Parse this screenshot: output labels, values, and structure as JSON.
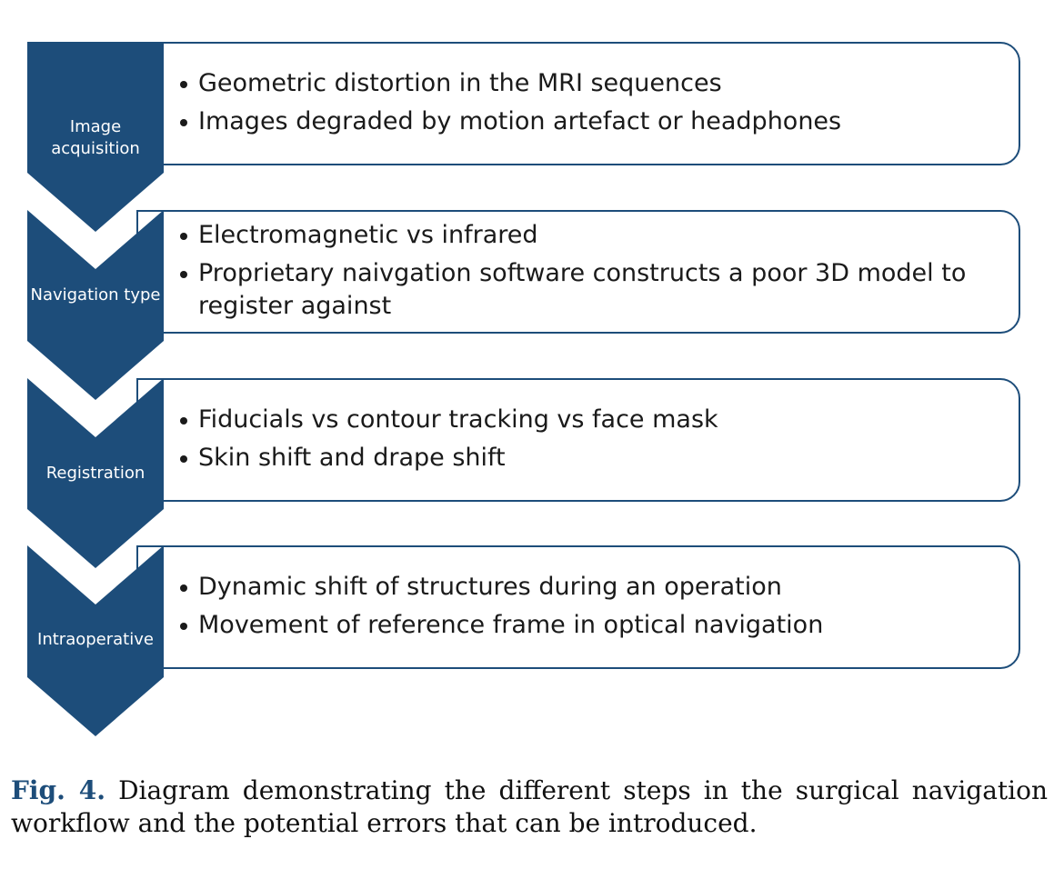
{
  "colors": {
    "chevron_fill": "#1d4d7a",
    "box_border": "#1d4d7a",
    "caption_label": "#1d4d7a"
  },
  "steps": [
    {
      "label": "Image acquisition",
      "items": [
        "Geometric distortion in the MRI sequences",
        "Images degraded by motion artefact or headphones"
      ]
    },
    {
      "label": "Navigation type",
      "items": [
        "Electromagnetic vs infrared",
        "Proprietary naivgation software constructs a poor 3D model to register against"
      ]
    },
    {
      "label": "Registration",
      "items": [
        "Fiducials vs contour tracking vs face mask",
        "Skin shift and drape shift"
      ]
    },
    {
      "label": "Intraoperative",
      "items": [
        "Dynamic shift of structures during an operation",
        "Movement of reference frame in optical navigation"
      ]
    }
  ],
  "caption": {
    "label": "Fig. 4.",
    "text": "Diagram demonstrating the different steps in the surgical navigation workflow and the potential errors that can be introduced."
  }
}
